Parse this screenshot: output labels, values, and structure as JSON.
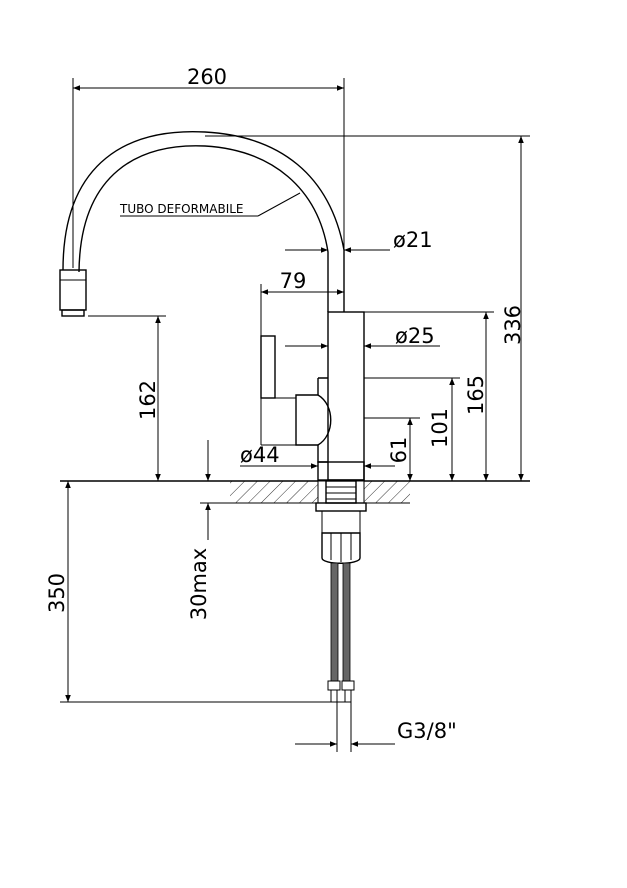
{
  "drawing": {
    "note_tube": "TUBO DEFORMABILE",
    "dims": {
      "width_spout": "260",
      "height_total": "336",
      "dia_spout": "ø21",
      "dia_body": "ø25",
      "dia_base": "ø44",
      "reach_lever": "79",
      "height_spout_outlet": "162",
      "height_body": "165",
      "height_lever": "101",
      "height_base": "61",
      "max_thickness": "30max",
      "hose_length": "350",
      "thread": "G3/8\""
    }
  }
}
